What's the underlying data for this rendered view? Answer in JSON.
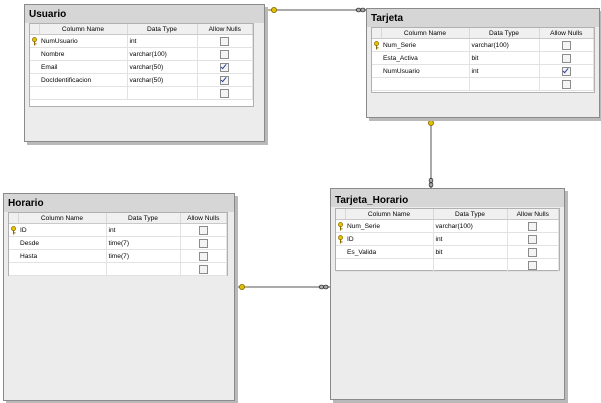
{
  "headers": {
    "column_name": "Column Name",
    "data_type": "Data Type",
    "allow_nulls": "Allow Nulls"
  },
  "tables": {
    "usuario": {
      "name": "Usuario",
      "rows": [
        {
          "key": true,
          "column": "NumUsuario",
          "type": "int",
          "nulls": false
        },
        {
          "key": false,
          "column": "Nombre",
          "type": "varchar(100)",
          "nulls": false
        },
        {
          "key": false,
          "column": "Email",
          "type": "varchar(50)",
          "nulls": true
        },
        {
          "key": false,
          "column": "DocIdentificacion",
          "type": "varchar(50)",
          "nulls": true
        }
      ]
    },
    "tarjeta": {
      "name": "Tarjeta",
      "rows": [
        {
          "key": true,
          "column": "Num_Serie",
          "type": "varchar(100)",
          "nulls": false
        },
        {
          "key": false,
          "column": "Esta_Activa",
          "type": "bit",
          "nulls": false
        },
        {
          "key": false,
          "column": "NumUsuario",
          "type": "int",
          "nulls": true
        }
      ]
    },
    "horario": {
      "name": "Horario",
      "rows": [
        {
          "key": true,
          "column": "ID",
          "type": "int",
          "nulls": false
        },
        {
          "key": false,
          "column": "Desde",
          "type": "time(7)",
          "nulls": false
        },
        {
          "key": false,
          "column": "Hasta",
          "type": "time(7)",
          "nulls": false
        }
      ]
    },
    "tarjeta_horario": {
      "name": "Tarjeta_Horario",
      "rows": [
        {
          "key": true,
          "column": "Num_Serie",
          "type": "varchar(100)",
          "nulls": false
        },
        {
          "key": true,
          "column": "ID",
          "type": "int",
          "nulls": false
        },
        {
          "key": false,
          "column": "Es_Valida",
          "type": "bit",
          "nulls": false
        }
      ]
    }
  },
  "relationships": [
    {
      "from": "usuario",
      "to": "tarjeta",
      "one_end_icon": "key-icon",
      "many_end_icon": "infinity-icon"
    },
    {
      "from": "tarjeta",
      "to": "tarjeta_horario",
      "one_end_icon": "key-icon",
      "many_end_icon": "infinity-icon"
    },
    {
      "from": "horario",
      "to": "tarjeta_horario",
      "one_end_icon": "key-icon",
      "many_end_icon": "infinity-icon"
    }
  ],
  "colors": {
    "title_bar": "#d6d6d6",
    "border": "#8a8a8a",
    "shadow": "#b9b9b9",
    "key_icon": "#c9a400",
    "checkmark": "#2a3f9a"
  }
}
